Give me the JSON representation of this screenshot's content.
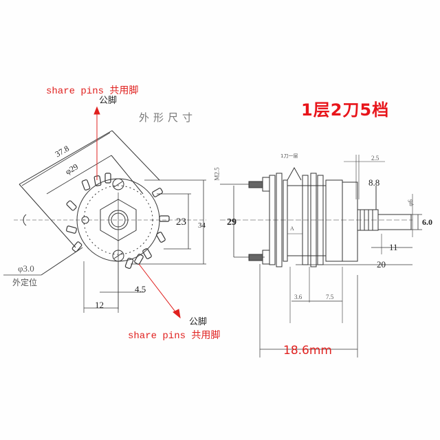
{
  "title": "1层2刀5档",
  "front_view": {
    "heading": "外形尺寸",
    "dims": {
      "outer": "37.8",
      "inner_dia": "φ29",
      "height_23": "23",
      "height_34": "34",
      "width_12": "12",
      "offset_4_5": "4.5",
      "locator": "φ3.0",
      "locator_label": "外定位"
    },
    "annotations": [
      {
        "cn": "公脚",
        "en": "share pins 共用脚",
        "position": "top"
      },
      {
        "cn": "公脚",
        "en": "share pins 共用脚",
        "position": "bottom"
      }
    ]
  },
  "side_view": {
    "dims": {
      "thread": "M2.5",
      "height_29": "29",
      "d_2_5": "2.5",
      "d_8_8": "8.8",
      "shaft_dia": "φ6",
      "shaft_flat": "6.0",
      "len_11": "11",
      "len_20": "20",
      "d_3_6": "3.6",
      "d_7_5": "7.5",
      "label_a": "A",
      "label_top": "1刀一层",
      "depth_total": "18.6mm"
    }
  },
  "colors": {
    "annotation_red": "#e0201e",
    "line": "#333333"
  }
}
